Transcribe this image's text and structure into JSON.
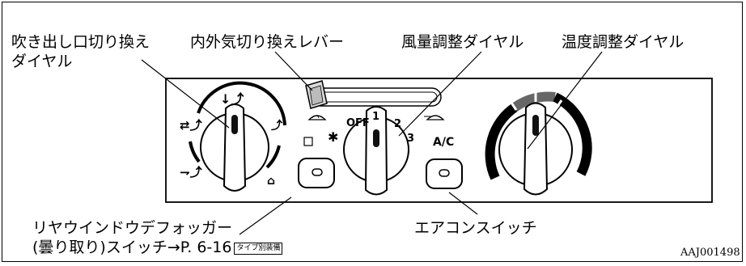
{
  "callouts": {
    "mode_dial": [
      "吹き出し口切り換え",
      "ダイヤル"
    ],
    "recirc_lever": "内外気切り換えレバー",
    "fan_dial": "風量調整ダイヤル",
    "temp_dial": "温度調整ダイヤル",
    "defogger_switch": [
      "リヤウインドウデフォッガー",
      "(曇り取り)スイッチ→P. 6-16"
    ],
    "defogger_tag": "タイプ別装備",
    "ac_switch": "エアコンスイッチ"
  },
  "panel": {
    "fan_speeds": [
      "OFF",
      "1",
      "2",
      "3"
    ],
    "ac_label": "A/C"
  },
  "figure_code": "AAJ001498"
}
